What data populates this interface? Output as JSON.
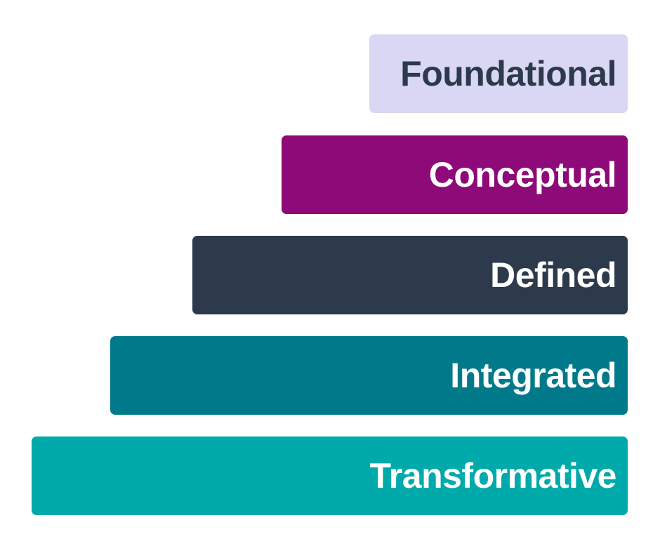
{
  "levels": [
    {
      "label": "Foundational",
      "color": "#d9d7f3",
      "text_color": "#2c3a4c"
    },
    {
      "label": "Conceptual",
      "color": "#8e0a78",
      "text_color": "#ffffff"
    },
    {
      "label": "Defined",
      "color": "#2d3a4b",
      "text_color": "#ffffff"
    },
    {
      "label": "Integrated",
      "color": "#007a8a",
      "text_color": "#ffffff"
    },
    {
      "label": "Transformative",
      "color": "#00aaaa",
      "text_color": "#ffffff"
    }
  ]
}
